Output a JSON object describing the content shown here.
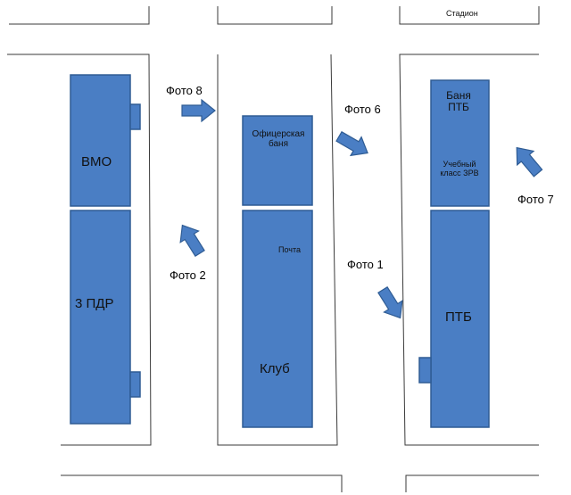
{
  "colors": {
    "building_fill": "#4a7ec4",
    "building_stroke": "#2f5c94",
    "arrow_fill": "#4a7ec4",
    "arrow_stroke": "#2f5c94",
    "block_outline": "#3a3a3a",
    "background": "#ffffff"
  },
  "labels": {
    "stadium": "Стадион",
    "photo_8": "Фото 8",
    "photo_2": "Фото 2",
    "photo_6": "Фото 6",
    "photo_1": "Фото 1",
    "photo_7": "Фото 7"
  },
  "buildings": {
    "vmo": {
      "label": "ВМО"
    },
    "pdr": {
      "label": "3 ПДР"
    },
    "officer_bath": {
      "label": "Офицерская баня"
    },
    "club": {
      "label": "Клуб",
      "sublabel": "Почта"
    },
    "bath_ptb": {
      "label": "Баня ПТБ",
      "sublabel": "Учебный класс ЗРВ"
    },
    "ptb": {
      "label": "ПТБ"
    }
  },
  "icons": {
    "photo_arrow": "arrow-icon"
  }
}
